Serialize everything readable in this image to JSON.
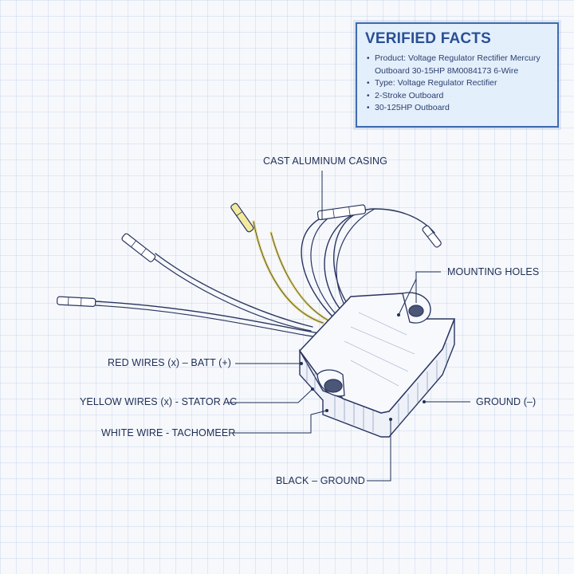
{
  "facts": {
    "title": "VERIFIED FACTS",
    "items": [
      "Product: Voltage Regulator Rectifier Mercury Outboard 30-15HP 8M0084173 6-Wire",
      "Type: Voltage Regulator Rectifier",
      "2-Stroke Outboard",
      "30-125HP Outboard"
    ]
  },
  "labels": {
    "casing": "CAST ALUMINUM CASING",
    "mounting_holes": "MOUNTING HOLES",
    "red_wires": "RED WIRES (x) – BATT (+)",
    "yellow_wires": "YELLOW WIRES (x) - STATOR AC",
    "white_wire": "WHITE WIRE - TACHOMEER",
    "ground": "GROUND (–)",
    "black_ground": "BLACK – GROUND"
  },
  "colors": {
    "ink": "#1f2e55",
    "wire_yellow": "#e4d46a",
    "box_border": "#3f6bb0"
  }
}
